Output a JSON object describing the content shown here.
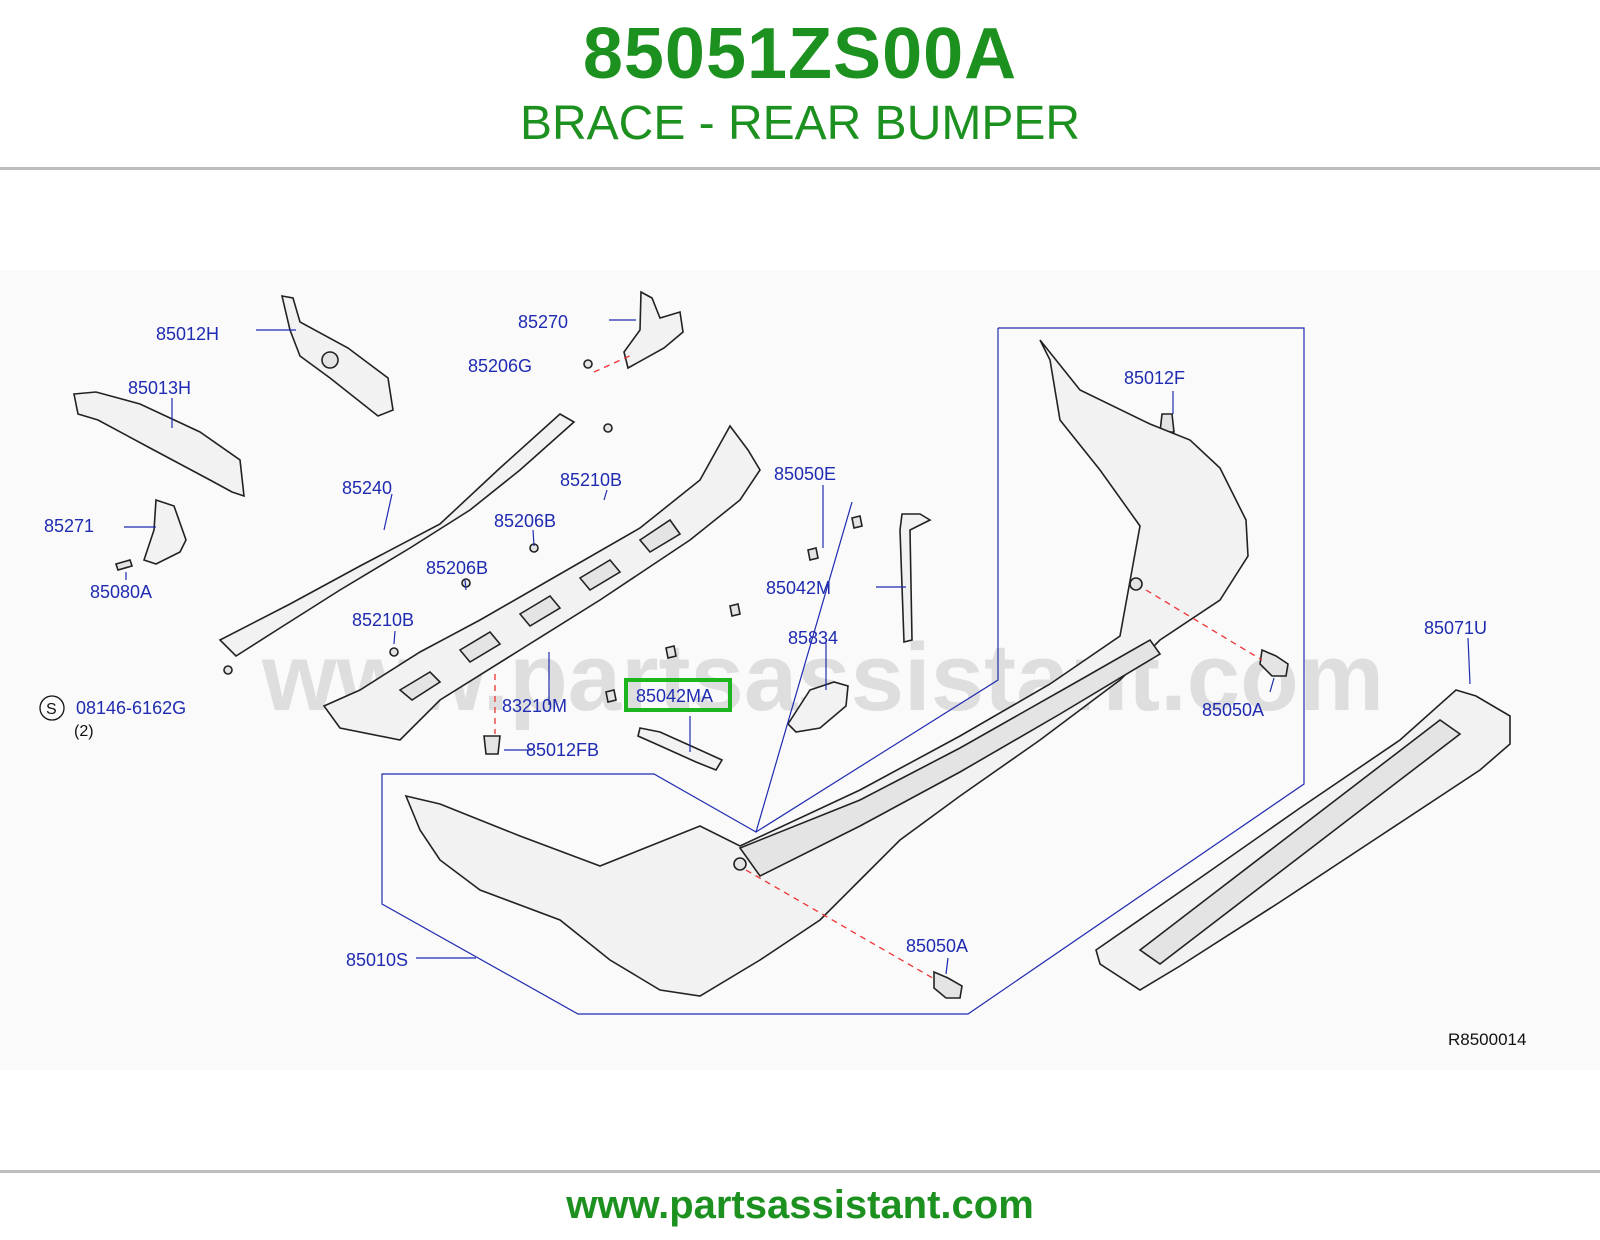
{
  "header": {
    "part_number": "85051ZS00A",
    "part_name": "BRACE - REAR BUMPER"
  },
  "watermark": "www.partsassistant.com",
  "callouts": {
    "c85012H": "85012H",
    "c85270": "85270",
    "c85206G": "85206G",
    "c85013H": "85013H",
    "c85012F": "85012F",
    "c85240": "85240",
    "c85210B_top": "85210B",
    "c85050E": "85050E",
    "c85271": "85271",
    "c85206B_a": "85206B",
    "c85206B_b": "85206B",
    "c85080A": "85080A",
    "c85042M": "85042M",
    "c85210B_mid": "85210B",
    "c85834": "85834",
    "c85071U": "85071U",
    "c08146": "08146-6162G",
    "c08146_symbol": "S",
    "c08146_qty": "(2)",
    "c83210M": "83210M",
    "c85042MA": "85042MA",
    "c85050A_right": "85050A",
    "c85012FB": "85012FB",
    "c85010S": "85010S",
    "c85050A_bottom": "85050A"
  },
  "highlighted_callout": "85042MA",
  "highlight_color": "#1db51d",
  "title_color": "#1d9120",
  "callout_color": "#1f2bb0",
  "reference_code": "R8500014",
  "footer": {
    "url": "www.partsassistant.com"
  }
}
